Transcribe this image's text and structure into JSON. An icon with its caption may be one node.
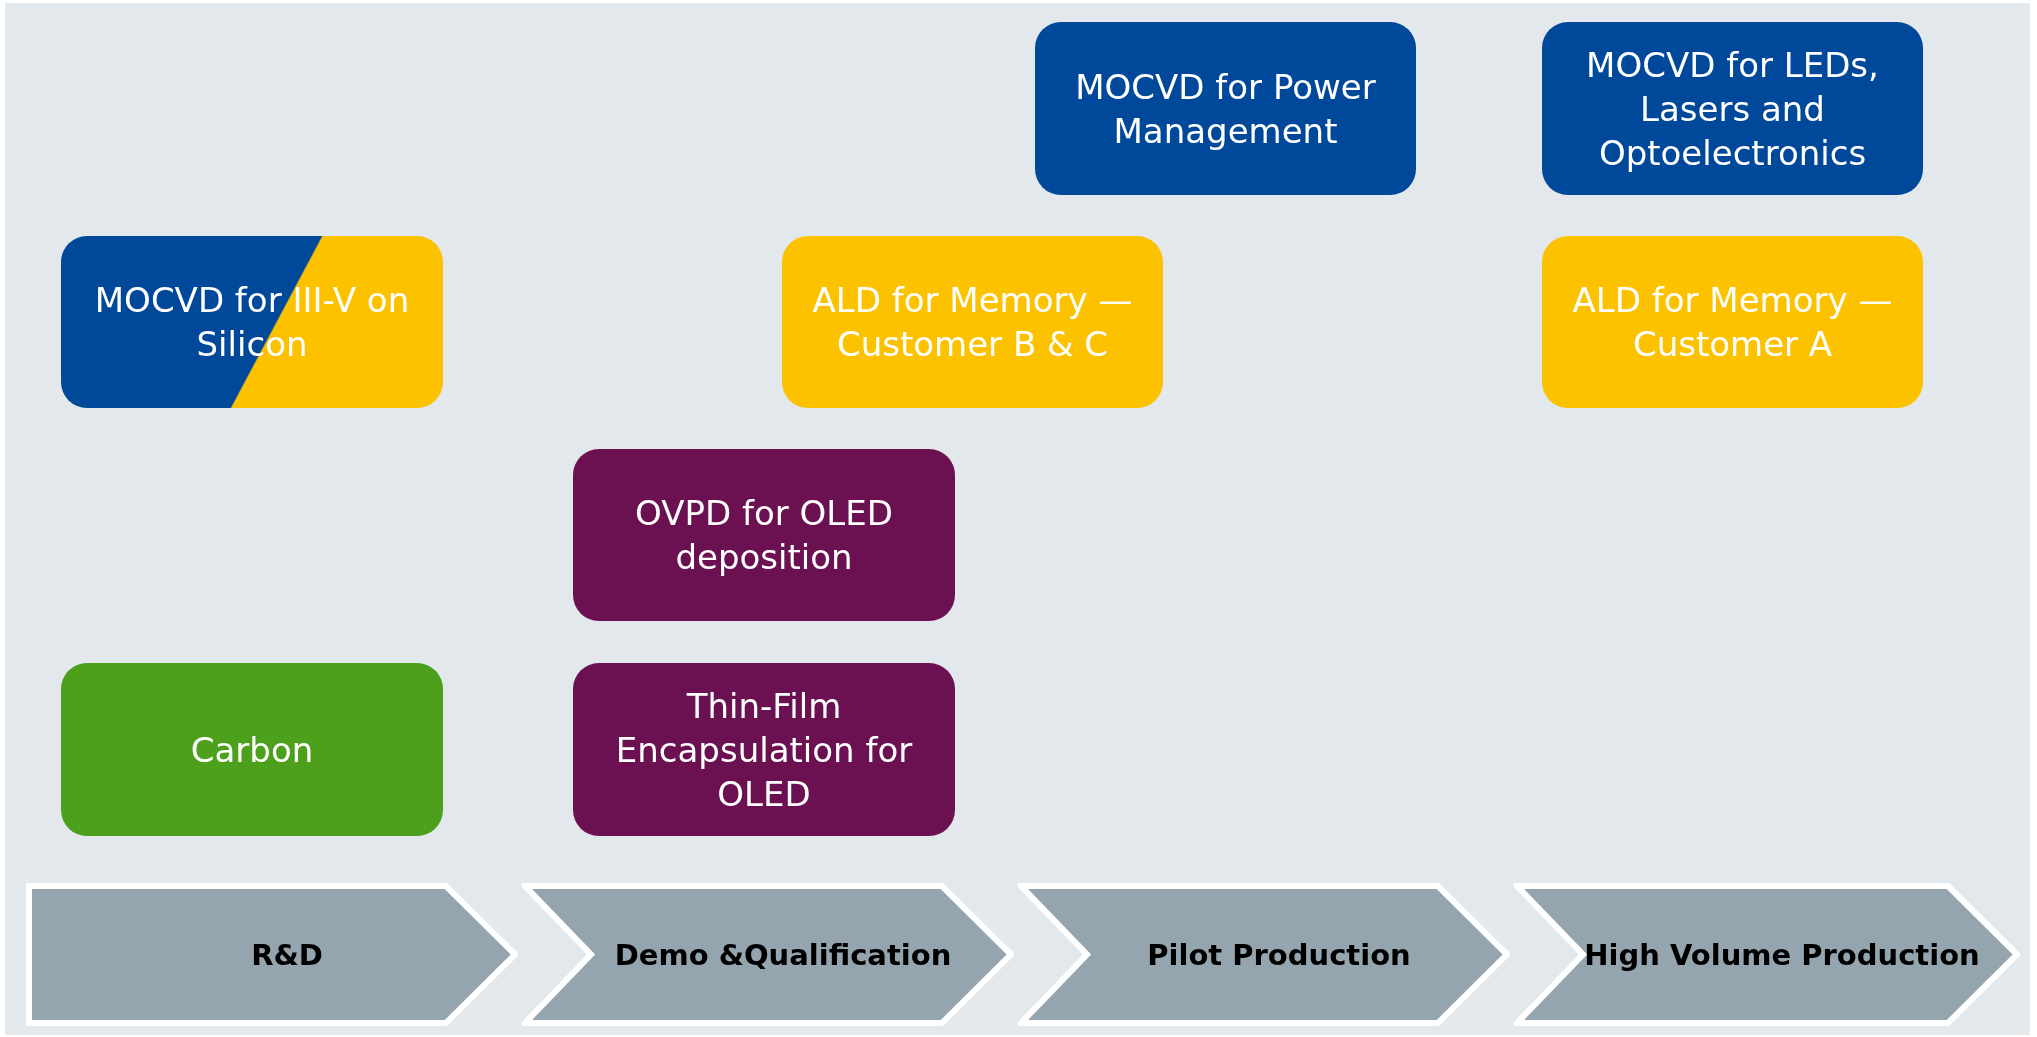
{
  "diagram": {
    "nodes": [
      {
        "text": [
          "MOCVD for Power Management"
        ]
      },
      {
        "text": [
          "MOCVD for LEDs, Lasers and Optoelectronics"
        ]
      },
      {
        "text": [
          "MOCVD for III-V on Silicon"
        ]
      },
      {
        "text": [
          "ALD for Memory — Customer B & C"
        ]
      },
      {
        "text": [
          "ALD for Memory — Customer A"
        ]
      },
      {
        "text": [
          "OVPD for OLED deposition"
        ]
      },
      {
        "text": [
          "Carbon"
        ]
      },
      {
        "text": [
          "Thin-Film Encapsulation for OLED"
        ]
      },
      {
        "text": [
          "R&D"
        ]
      },
      {
        "text": [
          "Demo &Qualification"
        ]
      },
      {
        "text": [
          "Pilot Production"
        ]
      },
      {
        "text": [
          "High Volume Production"
        ]
      }
    ]
  }
}
